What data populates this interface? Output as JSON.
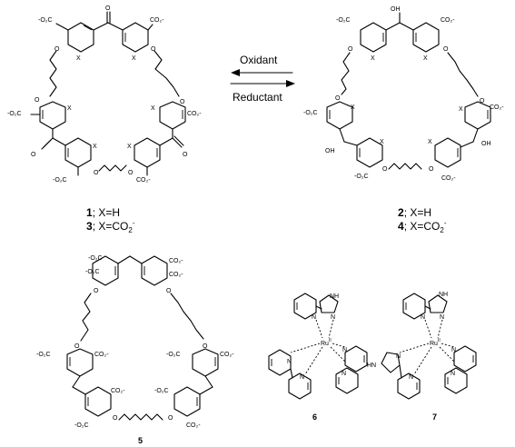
{
  "arrows": {
    "top_label": "Oxidant",
    "bottom_label": "Reductant"
  },
  "compounds": [
    {
      "line1_num": "1",
      "line1_rest": "; X=H",
      "line2_num": "3",
      "line2_rest": "; X=CO",
      "line2_sub": "2",
      "line2_sup": "-"
    },
    {
      "line1_num": "2",
      "line1_rest": "; X=H",
      "line2_num": "4",
      "line2_rest": "; X=CO",
      "line2_sub": "2",
      "line2_sup": "-"
    }
  ],
  "labels": {
    "c5": "5",
    "c6": "6",
    "c7": "7"
  },
  "atoms": {
    "o": "O",
    "oh": "OH",
    "x": "X",
    "n": "N",
    "nh": "NH",
    "hn": "HN",
    "ru": "Ru",
    "ru_sup": "II",
    "co2_left": "-O₂C",
    "co2_right": "CO₂-"
  }
}
